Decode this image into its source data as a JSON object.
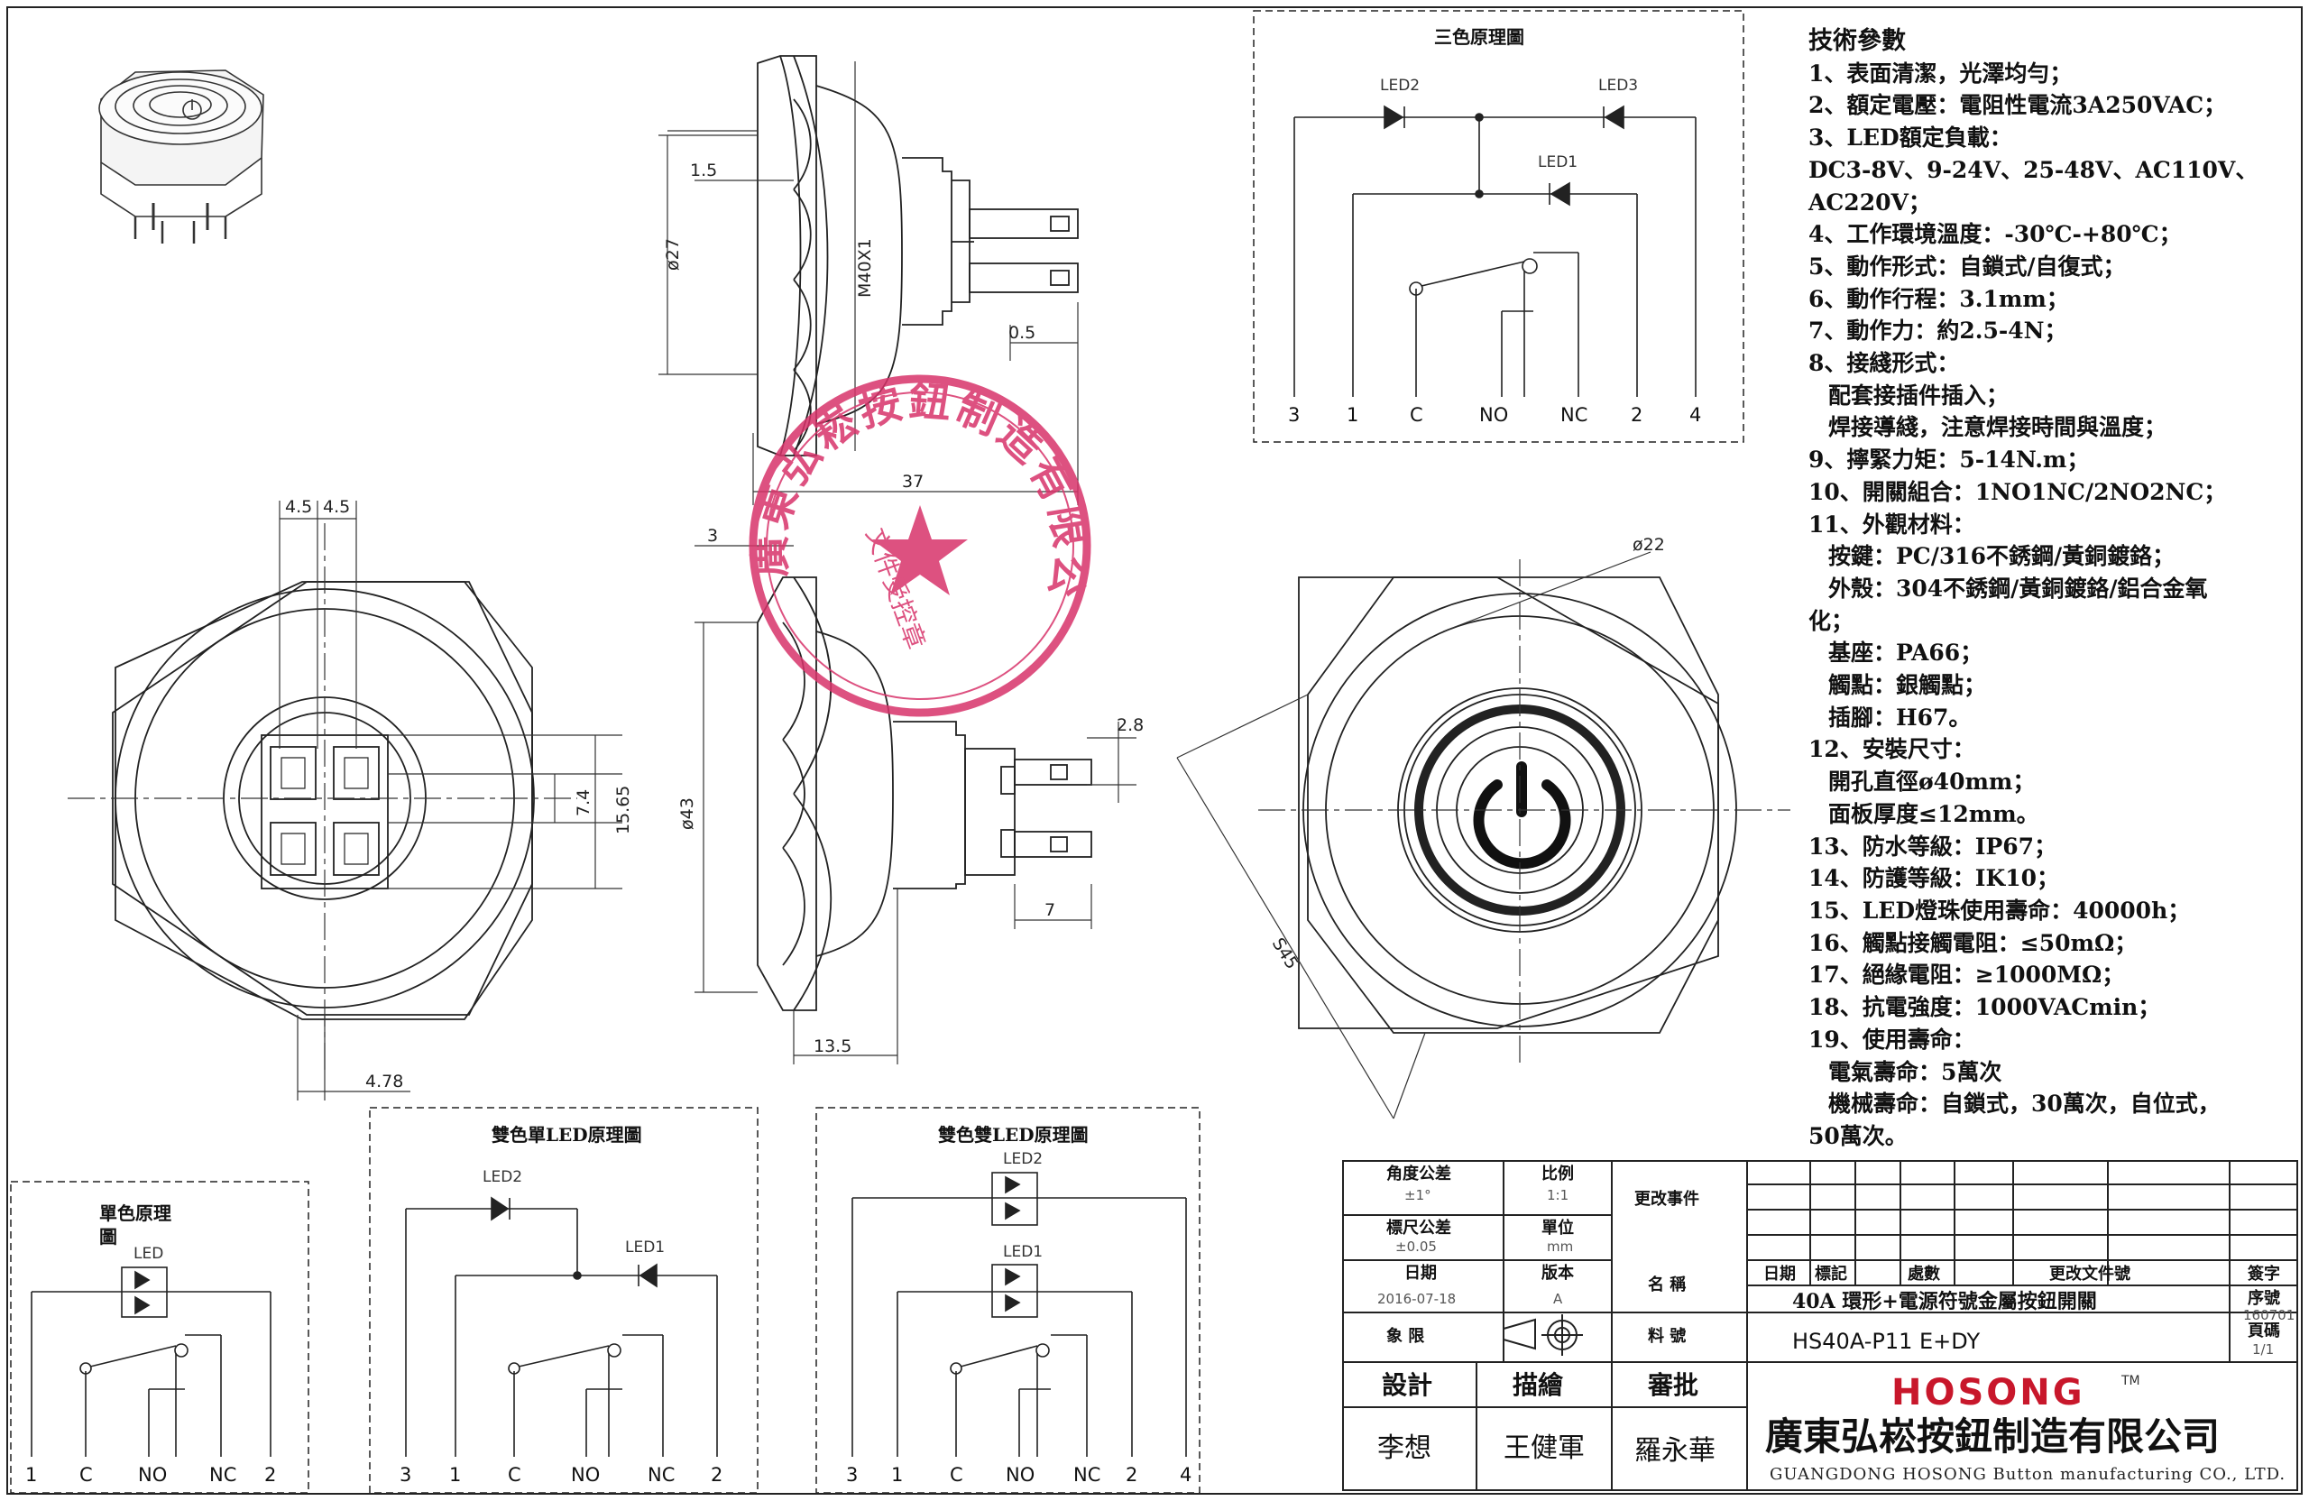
{
  "title_block": {
    "angle_tol_label": "角度公差",
    "angle_tol_value": "±1°",
    "dim_tol_label": "標尺公差",
    "dim_tol_value": "±0.05",
    "date_label": "日期",
    "date_value": "2016-07-18",
    "scale_label": "比例",
    "scale_value": "1:1",
    "unit_label": "單位",
    "unit_value": "mm",
    "version_label": "版本",
    "version_value": "A",
    "change_event_label": "更改事件",
    "name_label": "名 稱",
    "name_value": "40A 環形+電源符號金屬按鈕開關",
    "quadrant_label": "象 限",
    "part_no_label": "料 號",
    "part_no_value": "HS40A-P11 E+DY",
    "history_date": "日期",
    "history_mark": "標記",
    "history_count": "處數",
    "history_doc": "更改文件號",
    "history_sign": "簽字",
    "serial_label": "序號",
    "serial_value": "160701",
    "page_label": "頁碼",
    "page_value": "1/1",
    "design_label": "設計",
    "draw_label": "描繪",
    "review_label": "審批",
    "designer": "李想",
    "drafter": "王健軍",
    "reviewer": "羅永華",
    "brand": "HOSONG",
    "brand_tm": "TM",
    "company_cn": "廣東弘崧按鈕制造有限公司",
    "company_en": "GUANGDONG HOSONG Button manufacturing CO., LTD."
  },
  "specs": {
    "heading": "技術參數",
    "lines": [
      "1、表面清潔，光澤均勻；",
      "2、額定電壓：電阻性電流3A250VAC；",
      "3、LED額定負載：",
      "DC3-8V、9-24V、25-48V、AC110V、",
      "AC220V；",
      "4、工作環境溫度：-30℃-+80℃；",
      "5、動作形式：自鎖式/自復式；",
      "6、動作行程：3.1mm；",
      "7、動作力：約2.5-4N；",
      "8、接綫形式：",
      "配套接插件插入；",
      "焊接導綫，注意焊接時間與溫度；",
      "9、擰緊力矩：5-14N.m；",
      "10、開關組合：1NO1NC/2NO2NC；",
      "11、外觀材料：",
      "按鍵：PC/316不銹鋼/黃銅鍍鉻；",
      "外殼：304不銹鋼/黃銅鍍鉻/鋁合金氧",
      "化；",
      "基座：PA66；",
      "觸點：銀觸點；",
      "插腳：H67。",
      "12、安裝尺寸：",
      "開孔直徑ø40mm；",
      "面板厚度≤12mm。",
      "13、防水等級：IP67；",
      "14、防護等級：IK10；",
      "15、LED燈珠使用壽命：40000h；",
      "16、觸點接觸電阻：≤50mΩ；",
      "17、絕緣電阻：≥1000MΩ；",
      "18、抗電強度：1000VACmin；",
      "19、使用壽命：",
      "電氣壽命：5萬次",
      "機械壽命：自鎖式，30萬次，自位式，",
      "50萬次。"
    ]
  },
  "dims": {
    "d_1_5": "1.5",
    "d_27": "ø27",
    "d_m40": "M40X1",
    "d_0_5": "0.5",
    "d_37": "37",
    "d_3": "3",
    "d_43": "ø43",
    "d_2_8": "2.8",
    "d_7": "7",
    "d_13_5": "13.5",
    "d_4_5a": "4.5",
    "d_4_5b": "4.5",
    "d_7_4": "7.4",
    "d_15_65": "15.65",
    "d_4_78": "4.78",
    "d_22": "ø22",
    "d_s45": "S45"
  },
  "schematics": {
    "tri_title": "三色原理圖",
    "tri_led1": "LED1",
    "tri_led2": "LED2",
    "tri_led3": "LED3",
    "tri_pins": [
      "3",
      "1",
      "C",
      "NO",
      "NC",
      "2",
      "4"
    ],
    "single_title_1": "單色原理",
    "single_title_2": "圖",
    "single_led": "LED",
    "single_pins": [
      "1",
      "C",
      "NO",
      "NC",
      "2"
    ],
    "dual1_title": "雙色單LED原理圖",
    "dual1_led1": "LED1",
    "dual1_led2": "LED2",
    "dual1_pins": [
      "3",
      "1",
      "C",
      "NO",
      "NC",
      "2"
    ],
    "dual2_title": "雙色雙LED原理圖",
    "dual2_led1": "LED1",
    "dual2_led2": "LED2",
    "dual2_pins": [
      "3",
      "1",
      "C",
      "NO",
      "NC",
      "2",
      "4"
    ]
  },
  "stamp": {
    "top_text": "廣東弘崧按鈕制造有限公司",
    "middle_text": "文件受控章"
  },
  "colors": {
    "stamp": "#d8336a",
    "line": "#222222"
  }
}
